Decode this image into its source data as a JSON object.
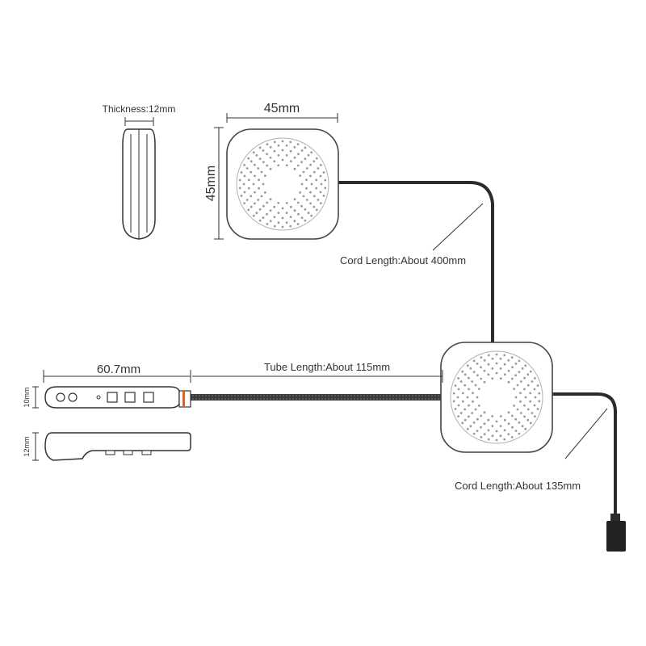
{
  "labels": {
    "thickness": "Thickness:12mm",
    "width_top": "45mm",
    "height_top": "45mm",
    "cord_long": "Cord Length:About 400mm",
    "remote_length": "60.7mm",
    "tube_length": "Tube Length:About 115mm",
    "remote_width": "10mm",
    "remote_thickness": "12mm",
    "cord_short": "Cord Length:About 135mm"
  },
  "colors": {
    "line": "#333333",
    "cable": "#2b2b2b",
    "speaker_body": "#ffffff",
    "speaker_outline": "#444444",
    "dot": "#9a9a9a",
    "gooseneck_accent": "#e06020"
  }
}
